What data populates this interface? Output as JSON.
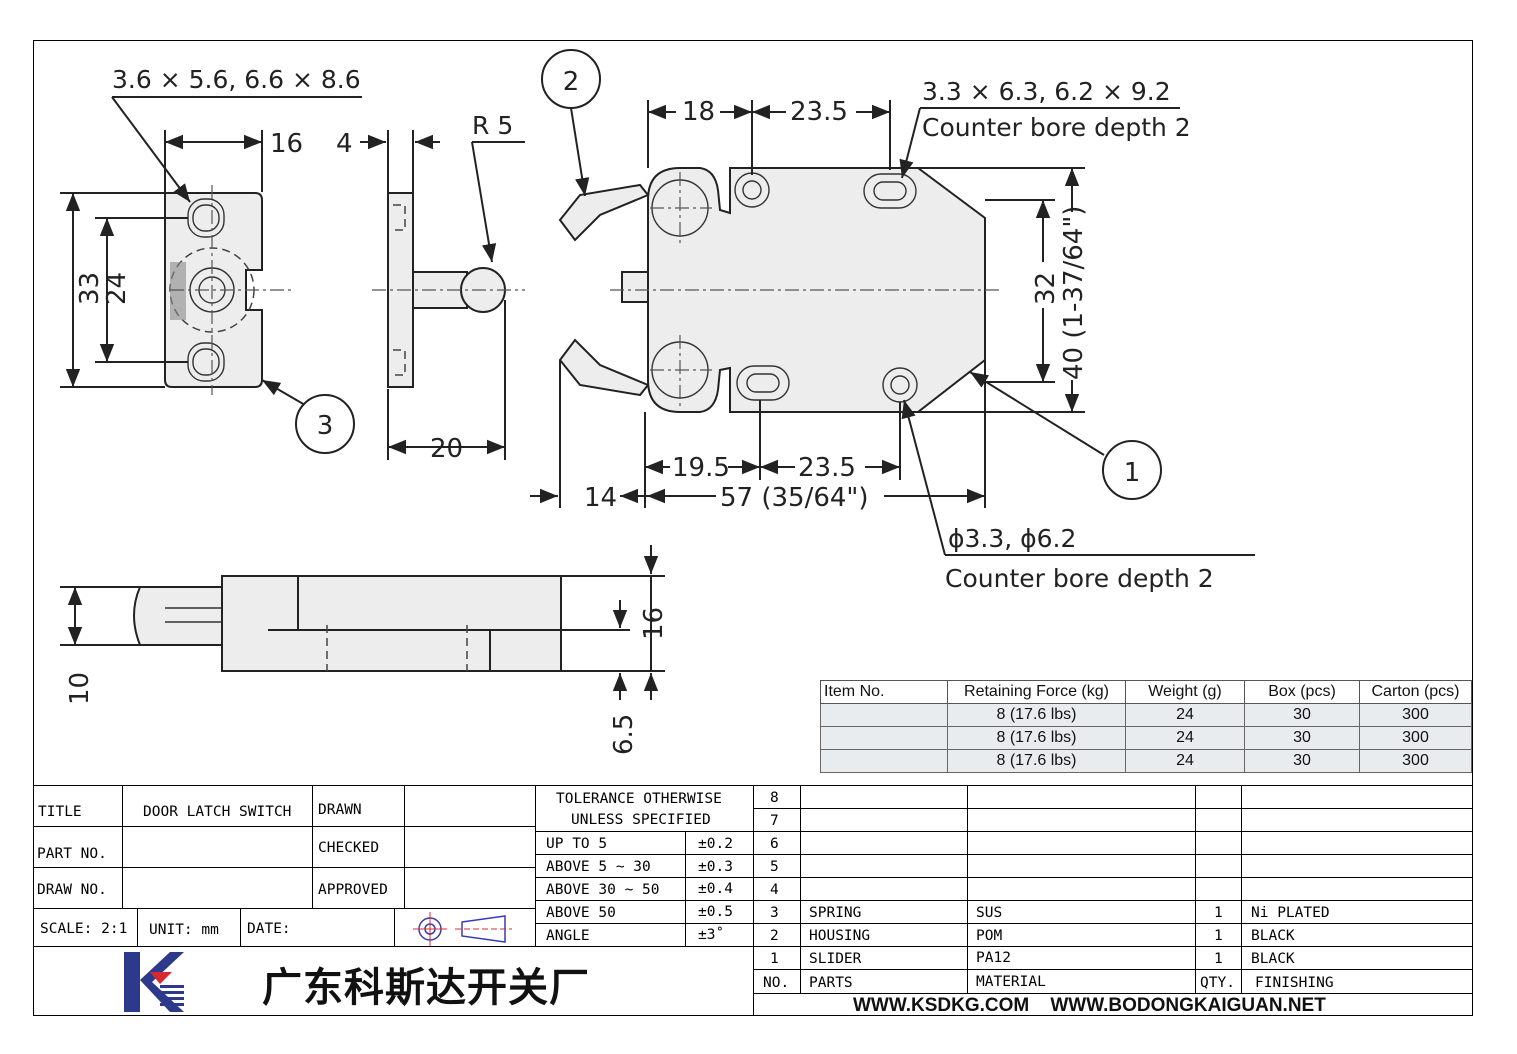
{
  "drawing": {
    "notes": {
      "slot_left": "3.6 × 5.6, 6.6 × 8.6",
      "radius": "R 5",
      "slot_right": "3.3 × 6.3, 6.2 × 9.2",
      "counterbore_top": "Counter bore depth 2",
      "hole_note": "ϕ3.3, ϕ6.2",
      "counterbore_bottom": "Counter bore depth 2"
    },
    "balloons": [
      "1",
      "2",
      "3"
    ],
    "dims": {
      "d16_top": "16",
      "d4": "4",
      "d33": "33",
      "d24": "24",
      "d20": "20",
      "d18": "18",
      "d23_5_top": "23.5",
      "d32": "32",
      "d40": "40 (1-37/64\")",
      "d19_5": "19.5",
      "d23_5_bottom": "23.5",
      "d14": "14",
      "d57": "57 (35/64\")",
      "d10": "10",
      "d16_side": "16",
      "d6_5": "6.5"
    }
  },
  "spec_table": {
    "headers": [
      "Item No.",
      "Retaining Force (kg)",
      "Weight (g)",
      "Box (pcs)",
      "Carton (pcs)"
    ],
    "rows": [
      [
        "",
        "8 (17.6 lbs)",
        "24",
        "30",
        "300"
      ],
      [
        "",
        "8 (17.6 lbs)",
        "24",
        "30",
        "300"
      ],
      [
        "",
        "8 (17.6 lbs)",
        "24",
        "30",
        "300"
      ]
    ]
  },
  "title_block": {
    "title_label": "TITLE",
    "title_value": "DOOR LATCH SWITCH",
    "part_no_label": "PART NO.",
    "draw_no_label": "DRAW NO.",
    "drawn_label": "DRAWN",
    "checked_label": "CHECKED",
    "approved_label": "APPROVED",
    "scale": "SCALE: 2:1",
    "unit": "UNIT: mm",
    "date": "DATE:",
    "tolerance_header_1": "TOLERANCE OTHERWISE",
    "tolerance_header_2": "UNLESS SPECIFIED",
    "tolerances": [
      {
        "range": "UP TO 5",
        "value": "±0.2"
      },
      {
        "range": "ABOVE 5 ~ 30",
        "value": "±0.3"
      },
      {
        "range": "ABOVE 30 ~ 50",
        "value": "±0.4"
      },
      {
        "range": "ABOVE 50",
        "value": "±0.5"
      },
      {
        "range": "ANGLE",
        "value": "±3˚"
      }
    ],
    "company": "广东科斯达开关厂",
    "website": "WWW.KSDKG.COM    WWW.BODONGKAIGUAN.NET"
  },
  "bom": {
    "row_numbers": [
      "8",
      "7",
      "6",
      "5",
      "4"
    ],
    "items": [
      {
        "no": "3",
        "part": "SPRING",
        "material": "SUS",
        "qty": "1",
        "finishing": "Ni PLATED"
      },
      {
        "no": "2",
        "part": "HOUSING",
        "material": "POM",
        "qty": "1",
        "finishing": "BLACK"
      },
      {
        "no": "1",
        "part": "SLIDER",
        "material": "PA12",
        "qty": "1",
        "finishing": "BLACK"
      }
    ],
    "header": {
      "no": "NO.",
      "parts": "PARTS",
      "material": "MATERIAL",
      "qty": "QTY.",
      "finishing": "FINISHING"
    }
  },
  "colors": {
    "logo_blue": "#2d3a8c",
    "logo_red": "#d8282f",
    "table_fill": "#e9ecef",
    "part_fill": "#ededed"
  }
}
